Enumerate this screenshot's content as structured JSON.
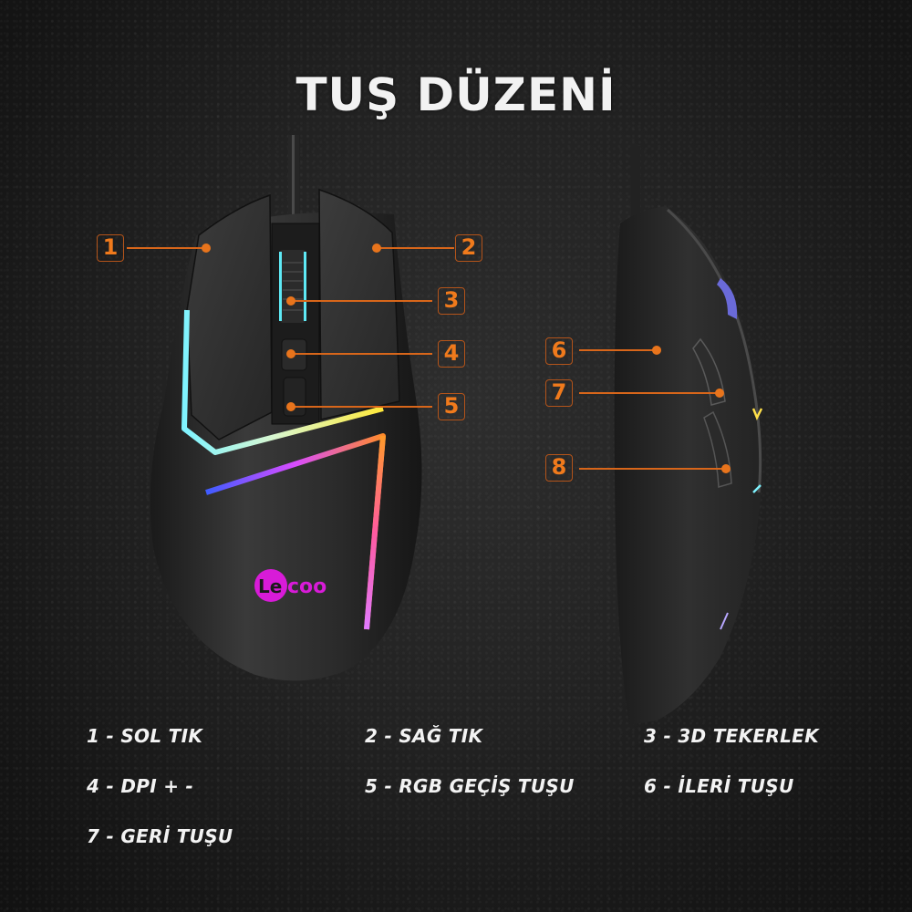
{
  "title": "TUŞ DÜZENİ",
  "brand": {
    "logo_text": "Lecoo",
    "logo_color": "#d81bd8"
  },
  "colors": {
    "accent": "#f07a1c",
    "badge_border": "#b4541a",
    "text": "#f3f3f3",
    "background": "#1c1c1c"
  },
  "callouts": [
    {
      "number": "1",
      "view": "top"
    },
    {
      "number": "2",
      "view": "top"
    },
    {
      "number": "3",
      "view": "top"
    },
    {
      "number": "4",
      "view": "top"
    },
    {
      "number": "5",
      "view": "top"
    },
    {
      "number": "6",
      "view": "side"
    },
    {
      "number": "7",
      "view": "side"
    },
    {
      "number": "8",
      "view": "side"
    }
  ],
  "legend": [
    {
      "label": "1 - SOL TIK"
    },
    {
      "label": "2 - SAĞ TIK"
    },
    {
      "label": "3 - 3D TEKERLEK"
    },
    {
      "label": "4 - DPI + -"
    },
    {
      "label": "5 - RGB GEÇİŞ TUŞU"
    },
    {
      "label": "6 - İLERİ TUŞU"
    },
    {
      "label": "7 - GERİ TUŞU"
    }
  ]
}
